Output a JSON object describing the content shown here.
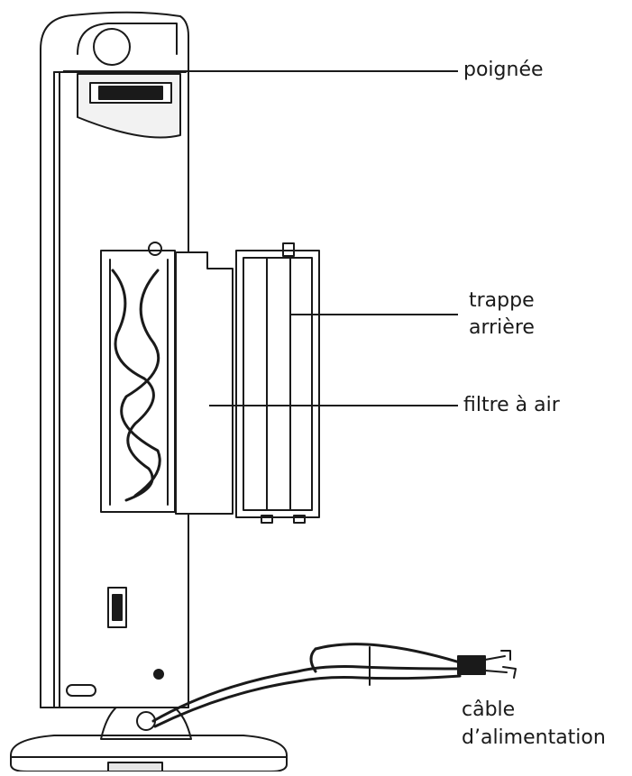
{
  "labels": {
    "handle": "poignée",
    "rear_door_line1": "trappe",
    "rear_door_line2": "arrière",
    "air_filter": "filtre à air",
    "power_cable_line1": "câble",
    "power_cable_line2": "d’alimentation"
  },
  "colors": {
    "line": "#1a1a1a",
    "background": "#ffffff",
    "shade": "#e6e6e6"
  }
}
